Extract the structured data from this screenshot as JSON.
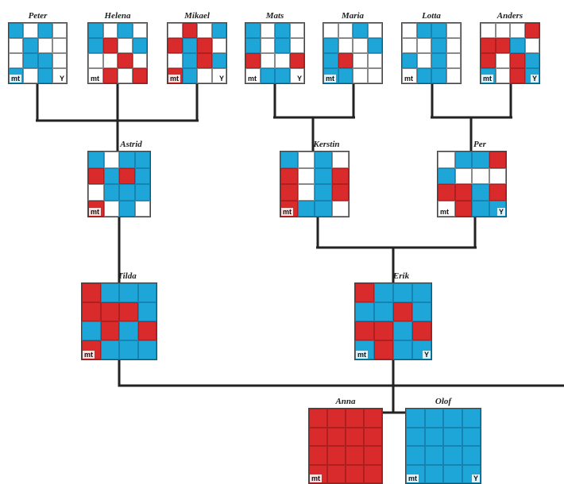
{
  "colors": {
    "maternal": "#d92b2b",
    "paternal": "#1ea6d8",
    "blank": "#ffffff",
    "line": "#222222"
  },
  "labels": {
    "mt": "mt",
    "y": "Y"
  },
  "people": {
    "peter": {
      "name": "Peter",
      "tags": [
        "mt",
        "Y"
      ],
      "cells": "bwbwwbwwwbbwbwbw"
    },
    "helena": {
      "name": "Helena",
      "tags": [
        "mt"
      ],
      "cells": "bwbwbrwbwwrwwrwr"
    },
    "mikael": {
      "name": "Mikael",
      "tags": [
        "mt",
        "Y"
      ],
      "cells": "wrwbrbrwwbrbrbww"
    },
    "mats": {
      "name": "Mats",
      "tags": [
        "mt",
        "Y"
      ],
      "cells": "bwbwbwbwrwwrwbbw"
    },
    "maria": {
      "name": "Maria",
      "tags": [
        "mt"
      ],
      "cells": "wwbwbwwbbrwwbbww"
    },
    "lotta": {
      "name": "Lotta",
      "tags": [
        "mt"
      ],
      "cells": "wbbwwwbwbwbwwbbw"
    },
    "anders": {
      "name": "Anders",
      "tags": [
        "mt",
        "Y"
      ],
      "cells": "wwwrrrbwrwrbbwrb"
    },
    "astrid": {
      "name": "Astrid",
      "tags": [
        "mt"
      ],
      "cells": "bwbbrbrbwbbbrwbw"
    },
    "kerstin": {
      "name": "Kerstin",
      "tags": [
        "mt"
      ],
      "cells": "bwbwrwbrrwbrrbbw"
    },
    "per": {
      "name": "Per",
      "tags": [
        "mt",
        "Y"
      ],
      "cells": "wbbrbwwwrrbrwrbb"
    },
    "tilda": {
      "name": "Tilda",
      "tags": [
        "mt"
      ],
      "cells": "rbbbrrrbbrbrrbbb"
    },
    "erik": {
      "name": "Erik",
      "tags": [
        "mt",
        "Y"
      ],
      "cells": "rbbbbbrbrrbrbrbb"
    },
    "anna": {
      "name": "Anna",
      "tags": [
        "mt"
      ],
      "cells": "rrrrrrrrrrrrrrrr"
    },
    "olof": {
      "name": "Olof",
      "tags": [
        "mt",
        "Y"
      ],
      "cells": "bbbbbbbbbbbbbbbb"
    }
  }
}
